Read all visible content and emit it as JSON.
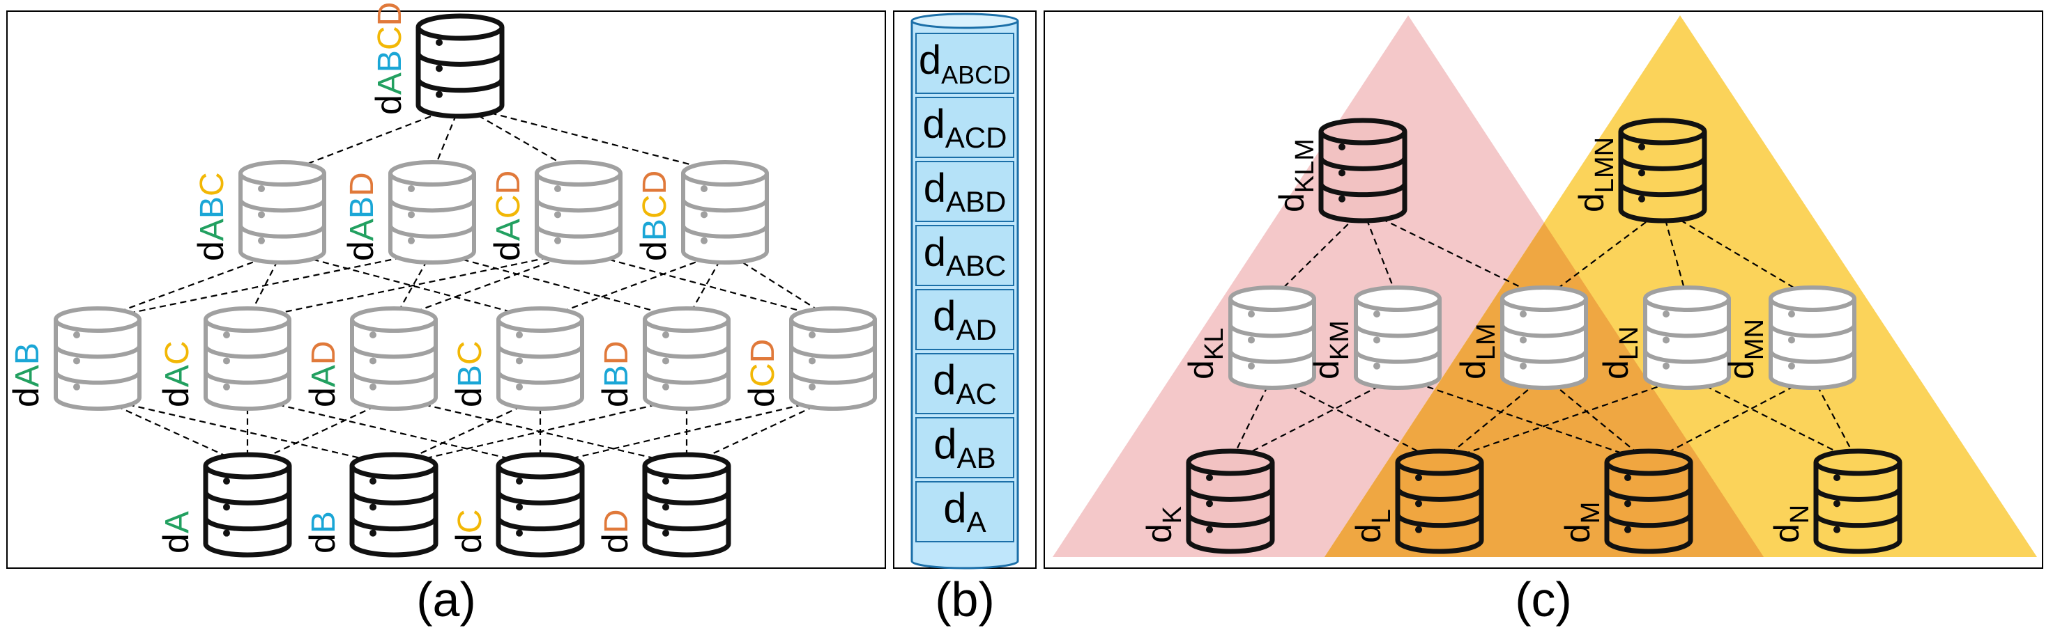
{
  "colors": {
    "A": "#22a060",
    "B": "#1aa6d6",
    "C": "#f2b705",
    "D": "#e0793a",
    "gray": "#a0a0a0",
    "black": "#111111",
    "pink_region": "#f2c2c2",
    "yellow_region": "#fbd35a",
    "overlap_region": "#f0a640",
    "queue_fill": "#bfe6fb",
    "queue_stroke": "#1b6fa8"
  },
  "panel_a": {
    "caption": "(a)",
    "top": [
      {
        "letters": [
          "A",
          "B",
          "C",
          "D"
        ],
        "style": "black"
      }
    ],
    "row3": [
      {
        "letters": [
          "A",
          "B",
          "C"
        ],
        "style": "gray"
      },
      {
        "letters": [
          "A",
          "B",
          "D"
        ],
        "style": "gray"
      },
      {
        "letters": [
          "A",
          "C",
          "D"
        ],
        "style": "gray"
      },
      {
        "letters": [
          "B",
          "C",
          "D"
        ],
        "style": "gray"
      }
    ],
    "row2": [
      {
        "letters": [
          "A",
          "B"
        ],
        "style": "gray"
      },
      {
        "letters": [
          "A",
          "C"
        ],
        "style": "gray"
      },
      {
        "letters": [
          "A",
          "D"
        ],
        "style": "gray"
      },
      {
        "letters": [
          "B",
          "C"
        ],
        "style": "gray"
      },
      {
        "letters": [
          "B",
          "D"
        ],
        "style": "gray"
      },
      {
        "letters": [
          "C",
          "D"
        ],
        "style": "gray"
      }
    ],
    "row1": [
      {
        "letters": [
          "A"
        ],
        "style": "black"
      },
      {
        "letters": [
          "B"
        ],
        "style": "black"
      },
      {
        "letters": [
          "C"
        ],
        "style": "black"
      },
      {
        "letters": [
          "D"
        ],
        "style": "black"
      }
    ]
  },
  "panel_b": {
    "caption": "(b)",
    "items": [
      {
        "main": "d",
        "sub": "ABCD"
      },
      {
        "main": "d",
        "sub": "ACD"
      },
      {
        "main": "d",
        "sub": "ABD"
      },
      {
        "main": "d",
        "sub": "ABC"
      },
      {
        "main": "d",
        "sub": "AD"
      },
      {
        "main": "d",
        "sub": "AC"
      },
      {
        "main": "d",
        "sub": "AB"
      },
      {
        "main": "d",
        "sub": "A"
      }
    ]
  },
  "panel_c": {
    "caption": "(c)",
    "top": [
      {
        "main": "d",
        "sub": "KLM",
        "style": "black-pink"
      },
      {
        "main": "d",
        "sub": "LMN",
        "style": "black-yellow"
      }
    ],
    "mid": [
      {
        "main": "d",
        "sub": "KL",
        "style": "gray"
      },
      {
        "main": "d",
        "sub": "KM",
        "style": "gray"
      },
      {
        "main": "d",
        "sub": "LM",
        "style": "gray"
      },
      {
        "main": "d",
        "sub": "LN",
        "style": "gray"
      },
      {
        "main": "d",
        "sub": "MN",
        "style": "gray"
      }
    ],
    "bottom": [
      {
        "main": "d",
        "sub": "K",
        "style": "black-pink"
      },
      {
        "main": "d",
        "sub": "L",
        "style": "black-orange"
      },
      {
        "main": "d",
        "sub": "M",
        "style": "black-orange"
      },
      {
        "main": "d",
        "sub": "N",
        "style": "black-yellow"
      }
    ]
  }
}
